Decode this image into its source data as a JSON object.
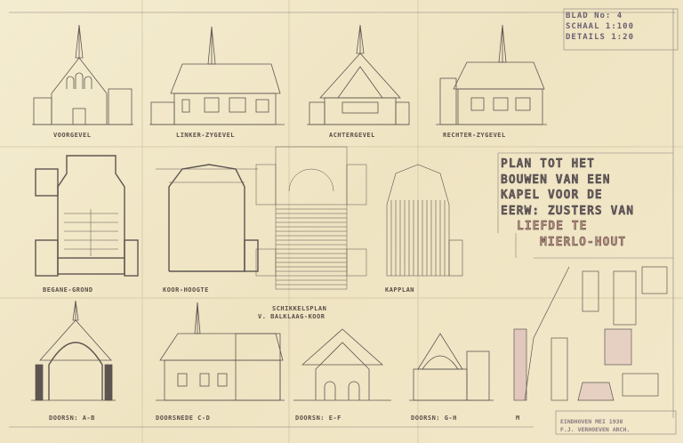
{
  "title_block": {
    "sheet": "BLAD No: 4",
    "scale": "SCHAAL 1:100",
    "details": "DETAILS 1:20"
  },
  "plan_title": [
    "PLAN TOT HET",
    "BOUWEN VAN EEN",
    "KAPEL VOOR DE",
    "EERW: ZUSTERS VAN",
    "LIEFDE TE",
    "MIERLO-HOUT"
  ],
  "elevations": [
    "VOORGEVEL",
    "LINKER-ZYGEVEL",
    "ACHTERGEVEL",
    "RECHTER-ZYGEVEL"
  ],
  "plans": {
    "ground": "BEGANE-GROND",
    "choir": "KOOR-HOOGTE",
    "beams_1": "SCHIKKELSPLAN",
    "beams_2": "v. BALKLAAG-KOOR",
    "roof": "KAPPLAN"
  },
  "sections": [
    "DOORSN: A-B",
    "DOORSNEDE C-D",
    "DOORSN: E-F",
    "DOORSN: G-H",
    "M"
  ],
  "signature": {
    "place_date": "EINDHOVEN MEI 1930",
    "architect": "F.J. VERHOEVEN ARCH."
  },
  "colors": {
    "paper": "#f1e8c8",
    "ink": "#5a4f48",
    "red_ink": "#b88c7a"
  }
}
